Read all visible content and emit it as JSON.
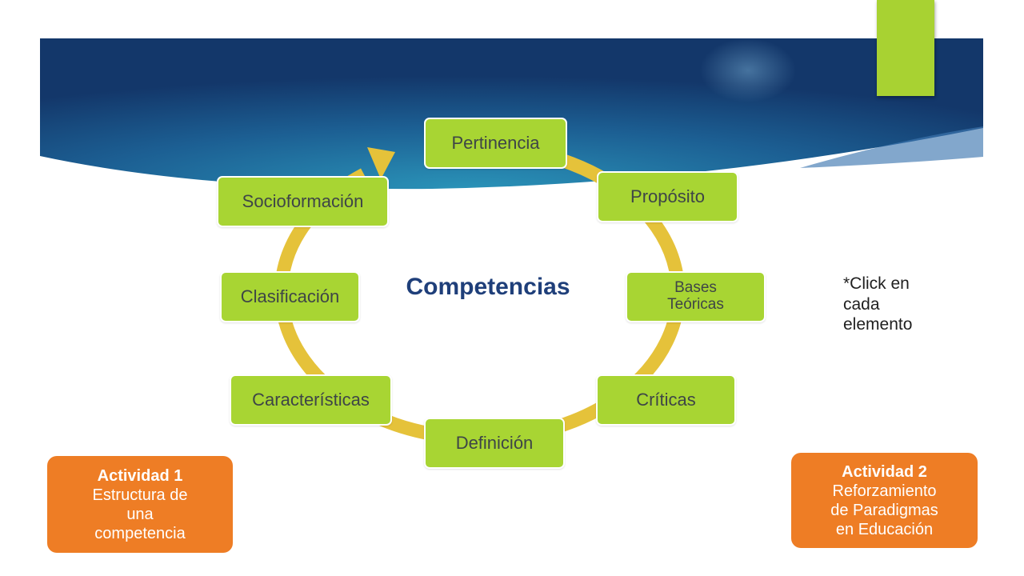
{
  "colors": {
    "node_fill": "#a8d533",
    "cycle_arrow": "#e5c23a",
    "title": "#1f3f7a",
    "activity_fill": "#ee7d25",
    "banner_dark": "#13376a",
    "banner_light": "#2588b2",
    "accent": "#a8d232"
  },
  "diagram": {
    "center_label": "Competencias",
    "nodes": [
      {
        "id": "pertinencia",
        "label": "Pertinencia"
      },
      {
        "id": "proposito",
        "label": "Propósito"
      },
      {
        "id": "bases",
        "label_line1": "Bases",
        "label_line2": "Teóricas"
      },
      {
        "id": "criticas",
        "label": "Críticas"
      },
      {
        "id": "definicion",
        "label": "Definición"
      },
      {
        "id": "caracteristicas",
        "label": "Características"
      },
      {
        "id": "clasificacion",
        "label": "Clasificación"
      },
      {
        "id": "socioformacion",
        "label": "Socioformación"
      }
    ]
  },
  "note": {
    "line1": "*Click en",
    "line2": "cada",
    "line3": "elemento"
  },
  "activities": [
    {
      "title": "Actividad 1",
      "line1": "Estructura de",
      "line2": "una",
      "line3": "competencia"
    },
    {
      "title": "Actividad 2",
      "line1": "Reforzamiento",
      "line2": "de Paradigmas",
      "line3": "en Educación"
    }
  ]
}
